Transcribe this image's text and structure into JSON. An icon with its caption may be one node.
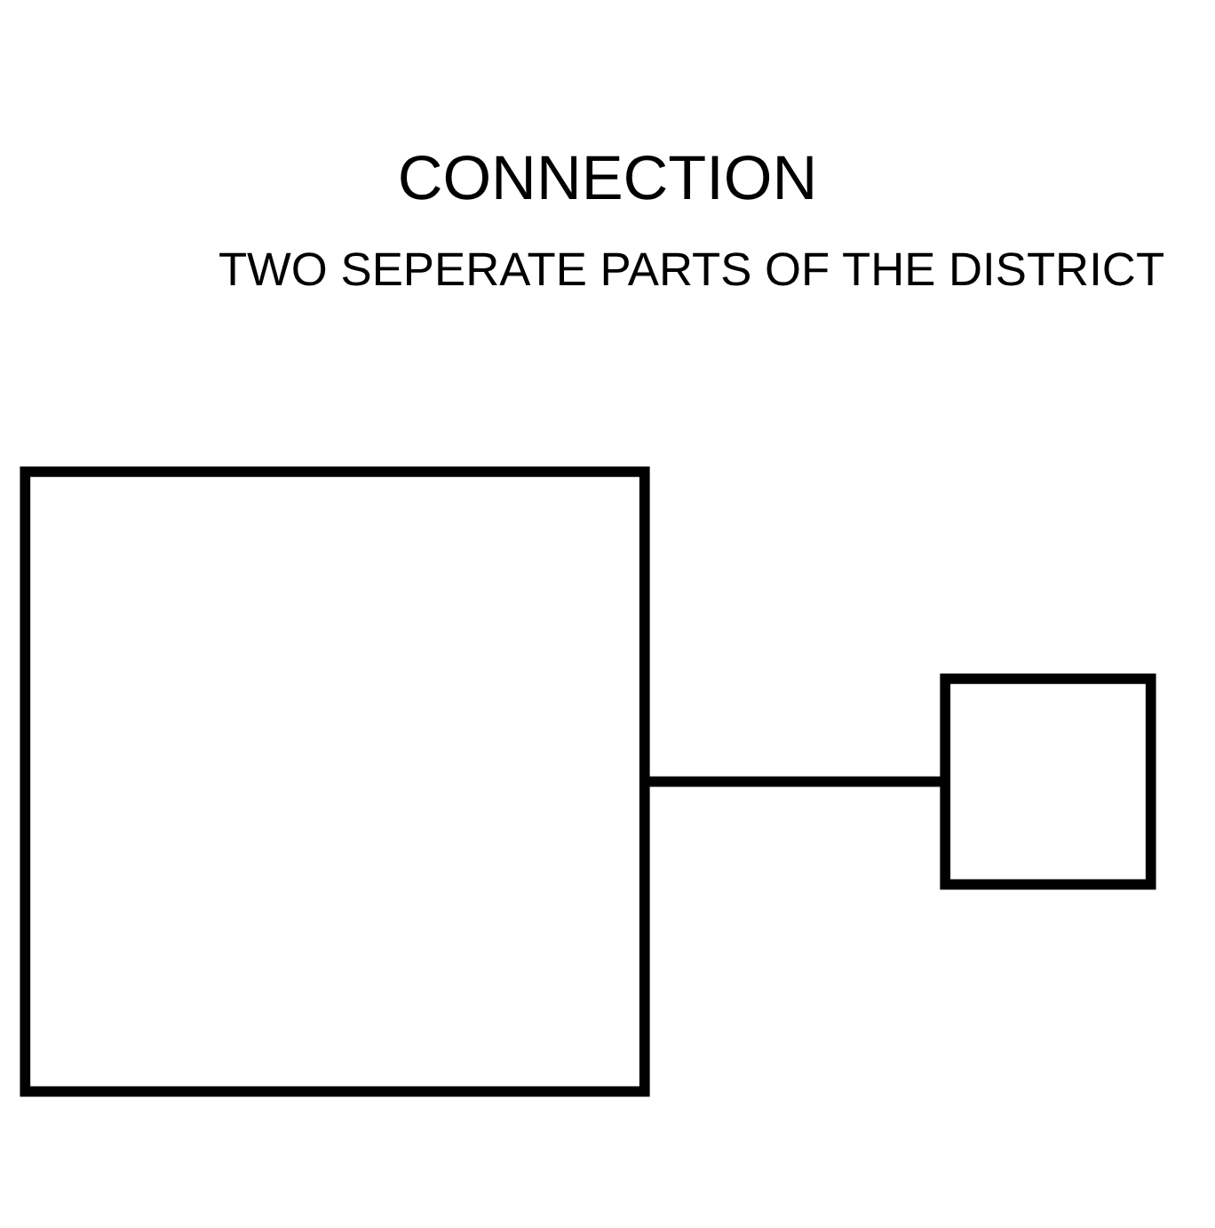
{
  "diagram": {
    "title": "CONNECTION",
    "nodes": [
      {
        "text": [],
        "shape": "box"
      },
      {
        "text": [],
        "shape": "box"
      }
    ],
    "edges": [
      {
        "from": 0,
        "to": 1,
        "arrow": "none"
      }
    ],
    "labels": [
      "TWO SEPERATE PARTS OF THE DISTRICT"
    ]
  }
}
